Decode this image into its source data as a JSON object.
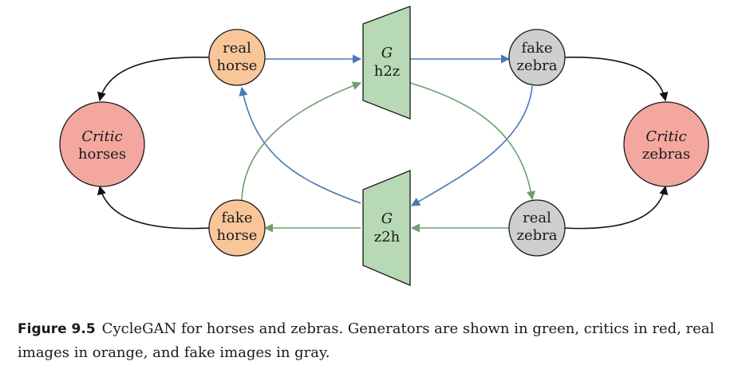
{
  "colors": {
    "real": "#f9c69a",
    "fake": "#cfcfcf",
    "critic": "#f3a79f",
    "generator": "#b7d9b5",
    "blue_arrow": "#4a78b5",
    "green_arrow": "#6f9e70",
    "black_arrow": "#111111"
  },
  "nodes": {
    "real_horse": [
      "real",
      "horse"
    ],
    "fake_zebra": [
      "fake",
      "zebra"
    ],
    "fake_horse": [
      "fake",
      "horse"
    ],
    "real_zebra": [
      "real",
      "zebra"
    ],
    "critic_horses": {
      "title": "Critic",
      "subject": "horses"
    },
    "critic_zebras": {
      "title": "Critic",
      "subject": "zebras"
    },
    "gen_h2z": {
      "symbol": "G",
      "name": "h2z"
    },
    "gen_z2h": {
      "symbol": "G",
      "name": "z2h"
    }
  },
  "caption": {
    "label": "Figure 9.5",
    "text": "CycleGAN for horses and zebras. Generators are shown in green, critics in red, real images in orange, and fake images in gray."
  }
}
